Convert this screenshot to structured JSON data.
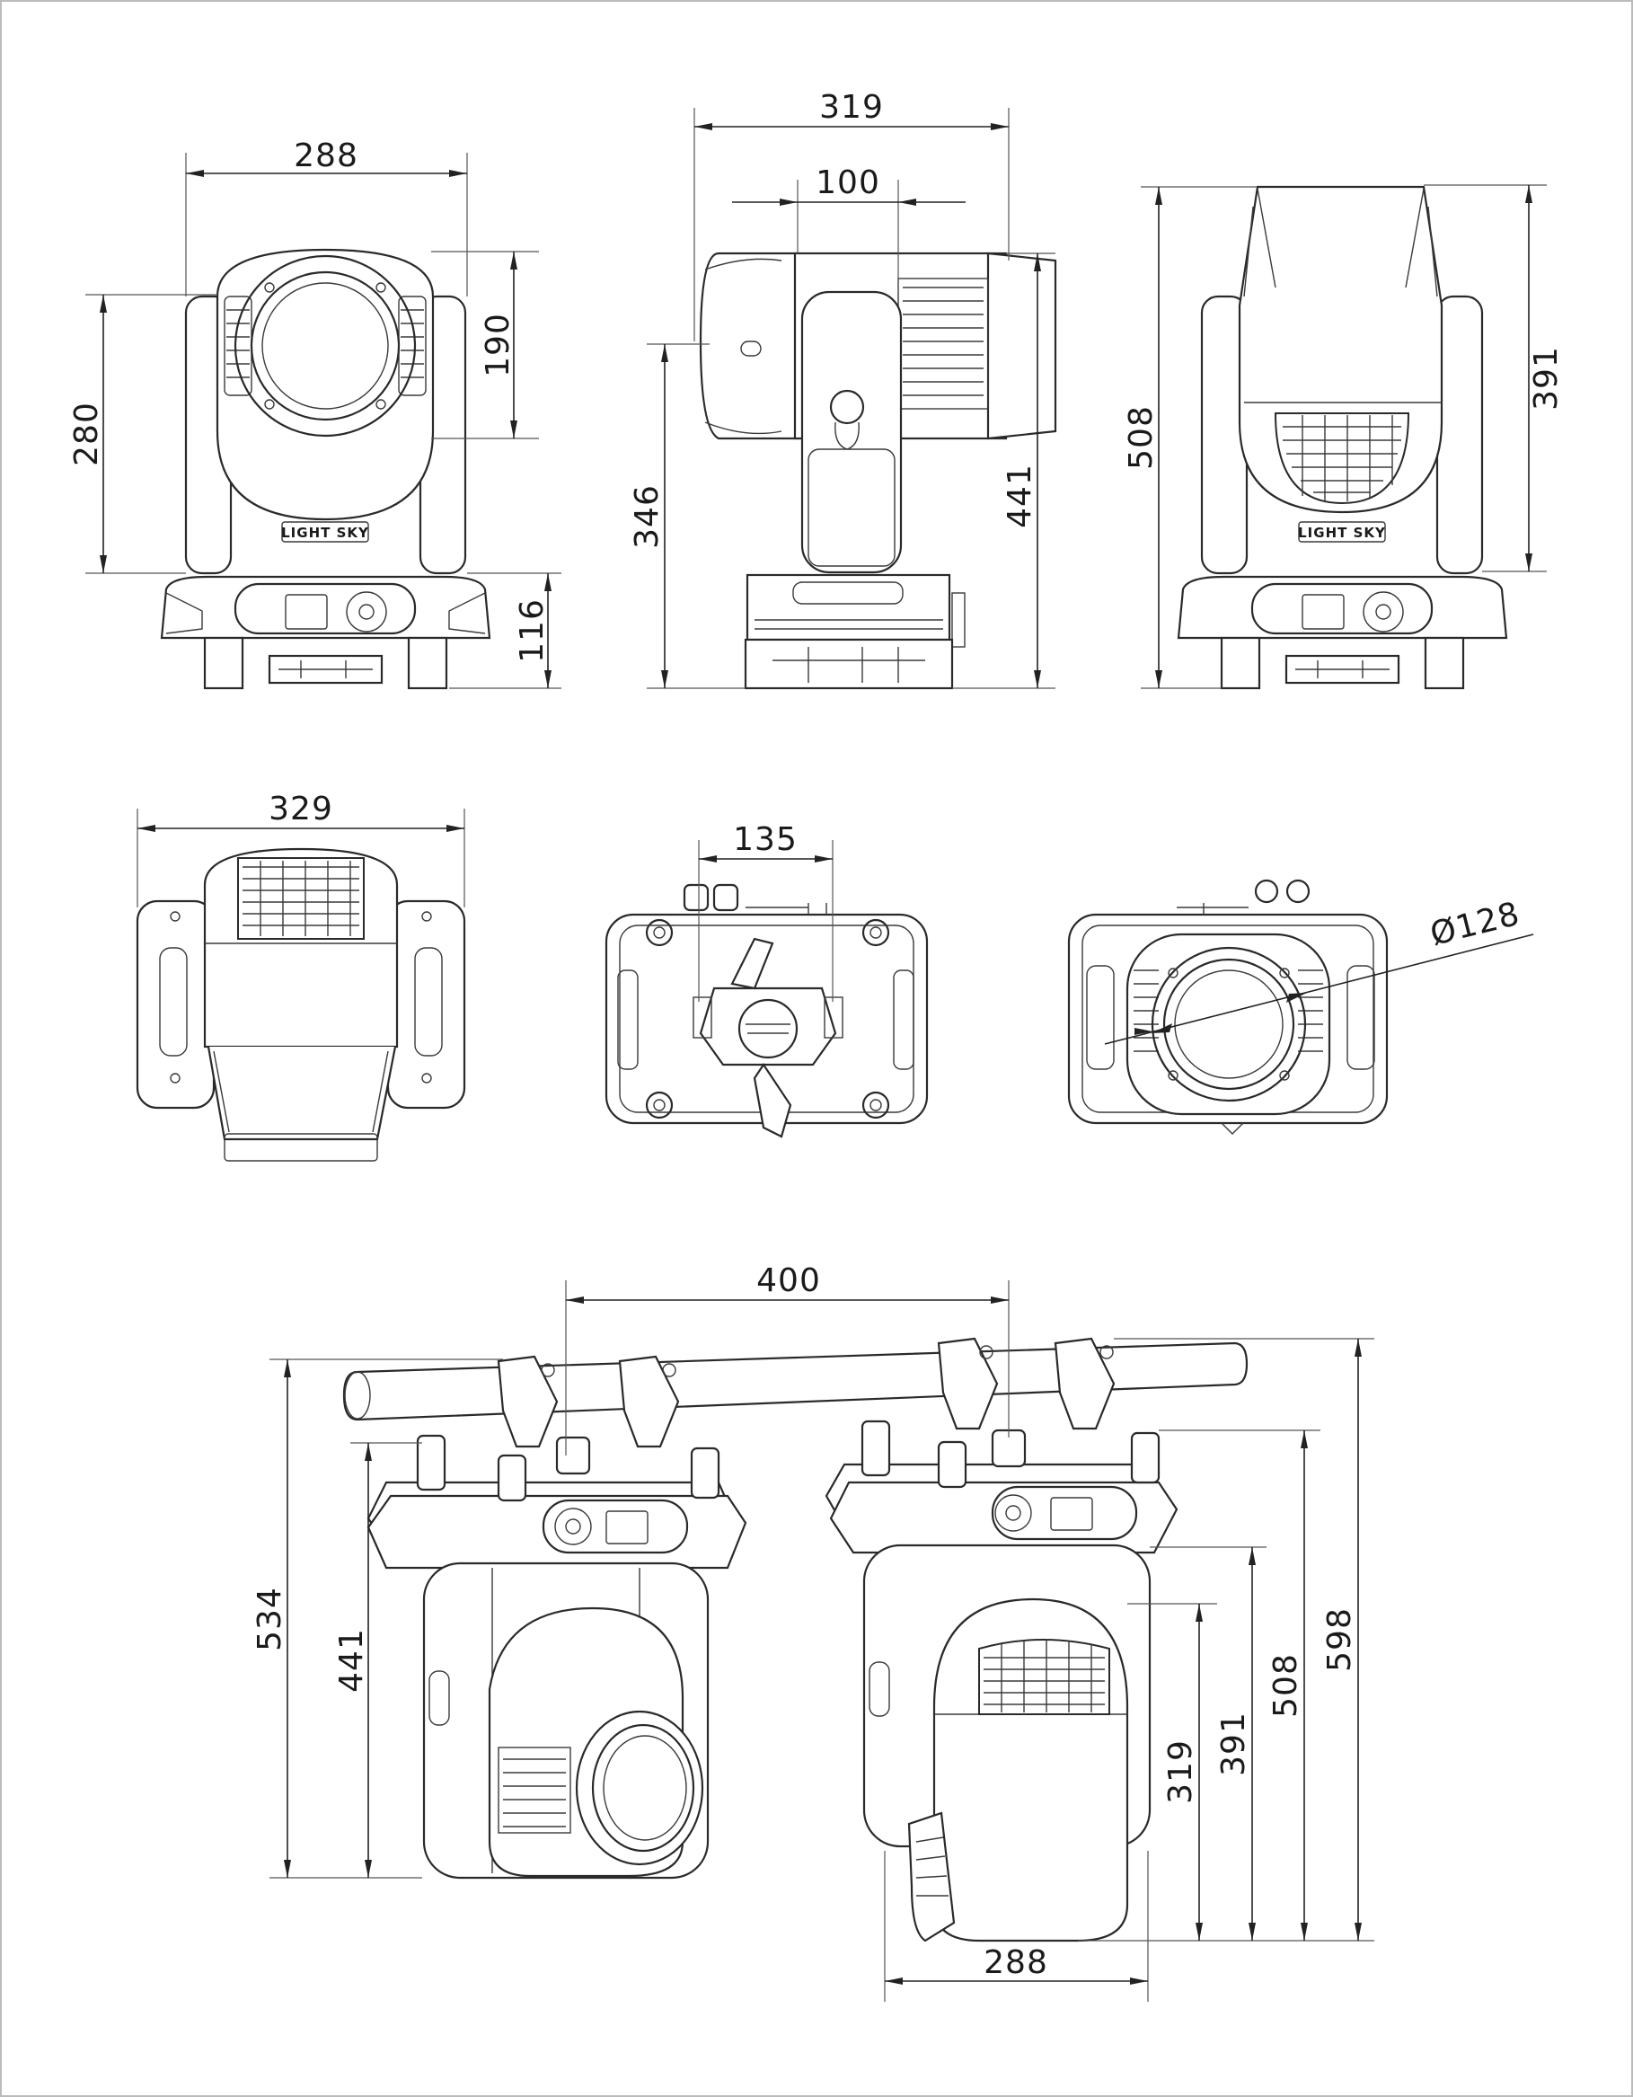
{
  "brand_logo_text": "LIGHT SKY",
  "dimensions": {
    "front_width": "288",
    "front_height": "280",
    "front_head_height": "190",
    "base_height": "116",
    "side_width": "319",
    "side_lens_offset": "100",
    "side_tilt_height": "346",
    "side_total_height": "441",
    "back_total_height": "508",
    "back_head_height": "391",
    "top_width": "329",
    "bottom_clamp_spacing": "135",
    "lens_diameter": "Ø128",
    "hanging_clamp_spacing": "400",
    "hanging_left_total": "534",
    "hanging_left_body": "441",
    "hanging_right_total": "598",
    "hanging_right_yoke": "508",
    "hanging_right_head": "391",
    "hanging_right_lower": "319",
    "hanging_right_width": "288"
  }
}
